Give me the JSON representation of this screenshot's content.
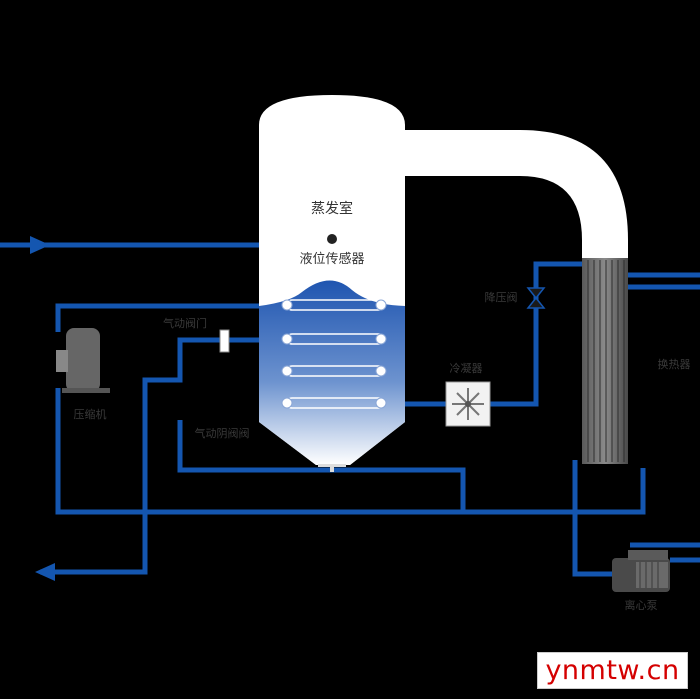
{
  "labels": {
    "evaporation_chamber": "蒸发室",
    "level_sensor": "液位传感器",
    "pneumatic_valve": "气动阀门",
    "pneumatic_drain_valve": "气动阴阀阀",
    "compressor": "压缩机",
    "cooler": "冷凝器",
    "pressure_valve": "降压阀",
    "heat_exchanger": "换热器",
    "centrifugal_pump": "离心泵"
  },
  "watermark": "ynmtw.cn",
  "colors": {
    "background": "#000000",
    "pipe": "#1456b0",
    "vessel": "#ffffff",
    "liquid": "#1f55b0",
    "label": "#333333"
  },
  "icons": [
    "arrow-right-icon",
    "arrow-left-icon",
    "fan-icon",
    "valve-icon",
    "pump-icon",
    "compressor-icon",
    "sensor-dot-icon"
  ]
}
